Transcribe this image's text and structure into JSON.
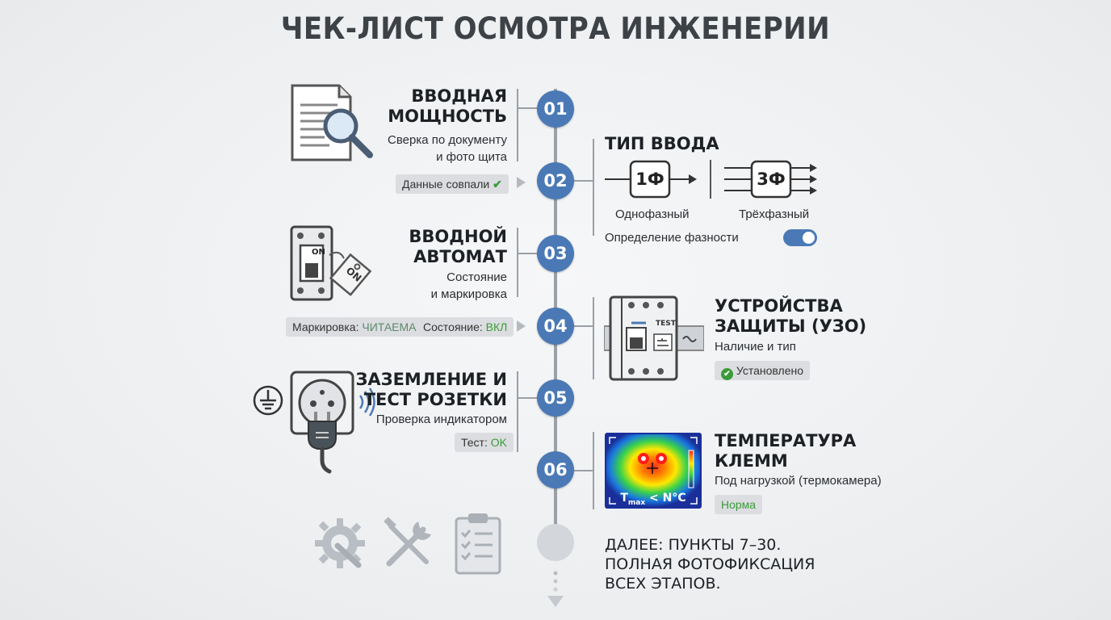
{
  "title": "ЧЕК-ЛИСТ ОСМОТРА ИНЖЕНЕРИИ",
  "steps": [
    {
      "num": "01",
      "title1": "ВВОДНАЯ",
      "title2": "МОЩНОСТЬ",
      "sub1": "Сверка по документу",
      "sub2": "и фото щита",
      "badge": "Данные совпали"
    },
    {
      "num": "02",
      "title": "ТИП ВВОДА",
      "opt1_sym": "1Ф",
      "opt1": "Однофазный",
      "opt2_sym": "3Ф",
      "opt2": "Трёхфазный",
      "toggle_label": "Определение фазности"
    },
    {
      "num": "03",
      "title1": "ВВОДНОЙ",
      "title2": "АВТОМАТ",
      "sub1": "Состояние",
      "sub2": "и маркировка",
      "badge1_label": "Маркировка: ",
      "badge1_value": "ЧИТАЕМА",
      "badge2_label": "Состояние: ",
      "badge2_value": "ВКЛ",
      "switch_on": "ON",
      "tag_on": "ON"
    },
    {
      "num": "04",
      "title1": "УСТРОЙСТВА",
      "title2": "ЗАЩИТЫ (УЗО)",
      "sub": "Наличие и тип",
      "badge": "Установлено",
      "test_label": "TEST"
    },
    {
      "num": "05",
      "title1": "ЗАЗЕМЛЕНИЕ И",
      "title2": "ТЕСТ РОЗЕТКИ",
      "sub": "Проверка индикатором",
      "badge_label": "Тест: ",
      "badge_value": "OK"
    },
    {
      "num": "06",
      "title1": "ТЕМПЕРАТУРА",
      "title2": "КЛЕММ",
      "sub": "Под нагрузкой (термокамера)",
      "badge": "Норма",
      "thermal_label": "T",
      "thermal_sub": "max",
      "thermal_rest": " < N°C"
    }
  ],
  "footer": {
    "line1": "ДАЛЕЕ: ПУНКТЫ 7–30.",
    "line2": "ПОЛНАЯ ФОТОФИКСАЦИЯ",
    "line3": "ВСЕХ ЭТАПОВ."
  },
  "colors": {
    "accent": "#4a79b6",
    "ok": "#3a9b3a",
    "line": "#9aa0a6"
  },
  "icons": [
    "document-magnifier-icon",
    "circuit-breaker-icon",
    "on-tag-icon",
    "rcd-device-icon",
    "ground-symbol-icon",
    "socket-plug-icon",
    "signal-waves-icon",
    "thermal-image-icon",
    "gear-wrench-icon",
    "tools-icon",
    "clipboard-checklist-icon",
    "checkmark-icon"
  ]
}
